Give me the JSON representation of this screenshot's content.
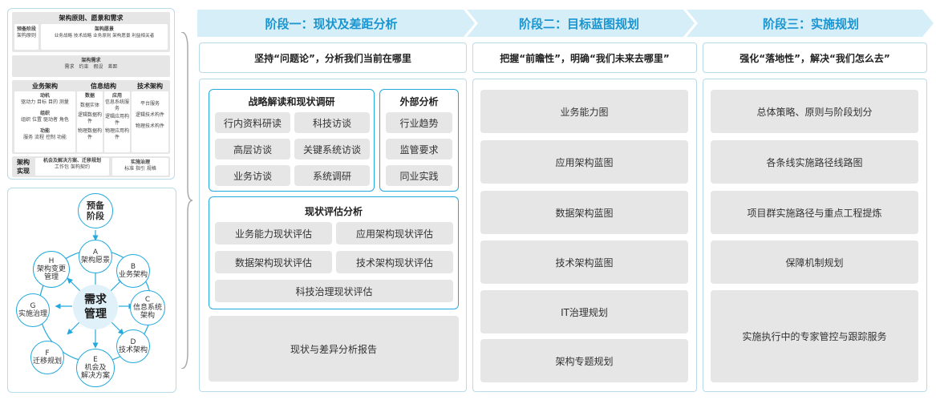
{
  "framework": {
    "title": "架构原则、愿景和需求",
    "prep": {
      "title": "预备阶段",
      "sub": "架构原则"
    },
    "vision": {
      "title": "架构愿景",
      "sub": "业务战略 技术战略 业务原则 架构愿景 利益相关者"
    },
    "req": {
      "title": "架构需求",
      "sub": "需求　约束　假设　差距"
    },
    "ba": {
      "head": "业务架构",
      "b1t": "动机",
      "b1s": "驱动力 目标 目的 测量",
      "b2t": "组织",
      "b2s": "组织 位置 驱动者 角色",
      "b3t": "功能",
      "b3s": "服务 流程 控制 功能"
    },
    "info": {
      "head": "信息结构",
      "d1t": "数据",
      "d1s": "数据实体",
      "d2": "逻辑数据构件",
      "d3": "物理数据构件",
      "a1t": "应用",
      "a1s": "信息系统服务",
      "a2": "逻辑应用构件",
      "a3": "物理应用构件"
    },
    "tech": {
      "head": "技术架构",
      "t1": "平台服务",
      "t2": "逻辑技术构件",
      "t3": "物理技术构件"
    },
    "impl": {
      "head": "架构实现",
      "c1t": "机会及解决方案、迁移规划",
      "c1s": "工作包 架构契约",
      "c2t": "实施治理",
      "c2s": "标准 指引 规格"
    }
  },
  "cycle": {
    "center": [
      "需求",
      "管理"
    ],
    "top": [
      "预备",
      "阶段"
    ],
    "A": [
      "A",
      "架构愿景"
    ],
    "B": [
      "B",
      "业务架构"
    ],
    "C": [
      "C",
      "信息系统",
      "架构"
    ],
    "D": [
      "D",
      "技术架构"
    ],
    "E": [
      "E",
      "机会及",
      "解决方案"
    ],
    "F": [
      "F",
      "迁移规划"
    ],
    "G": [
      "G",
      "实施治理"
    ],
    "H": [
      "H",
      "架构变更",
      "管理"
    ]
  },
  "stages": [
    {
      "title": "阶段一：现状及差距分析",
      "slogan": "坚持“问题论”，分析我们当前在哪里"
    },
    {
      "title": "阶段二：目标蓝图规划",
      "slogan": "把握“前瞻性”，明确“我们未来去哪里”"
    },
    {
      "title": "阶段三：实施规划",
      "slogan": "强化“落地性”，解决“我们怎么去”"
    }
  ],
  "stage1": {
    "strategy": {
      "title": "战略解读和现状调研",
      "items": [
        "行内资料研读",
        "科技访谈",
        "高层访谈",
        "关键系统访谈",
        "业务访谈",
        "系统调研"
      ]
    },
    "external": {
      "title": "外部分析",
      "items": [
        "行业趋势",
        "监管要求",
        "同业实践"
      ]
    },
    "assess": {
      "title": "现状评估分析",
      "items": [
        "业务能力现状评估",
        "应用架构现状评估",
        "数据架构现状评估",
        "技术架构现状评估",
        "科技治理现状评估"
      ]
    },
    "report": "现状与差异分析报告"
  },
  "stage2": [
    "业务能力图",
    "应用架构蓝图",
    "数据架构蓝图",
    "技术架构蓝图",
    "IT治理规划",
    "架构专题规划"
  ],
  "stage3": [
    "总体策略、原则与阶段划分",
    "各条线实施路径线路图",
    "项目群实施路径与重点工程提炼",
    "保障机制规划",
    "实施执行中的专家管控与跟踪服务"
  ],
  "colors": {
    "accent": "#24a9dc",
    "banner": "#d6eef8",
    "banner_text": "#1a95d0",
    "box": "#e6e6e6"
  }
}
